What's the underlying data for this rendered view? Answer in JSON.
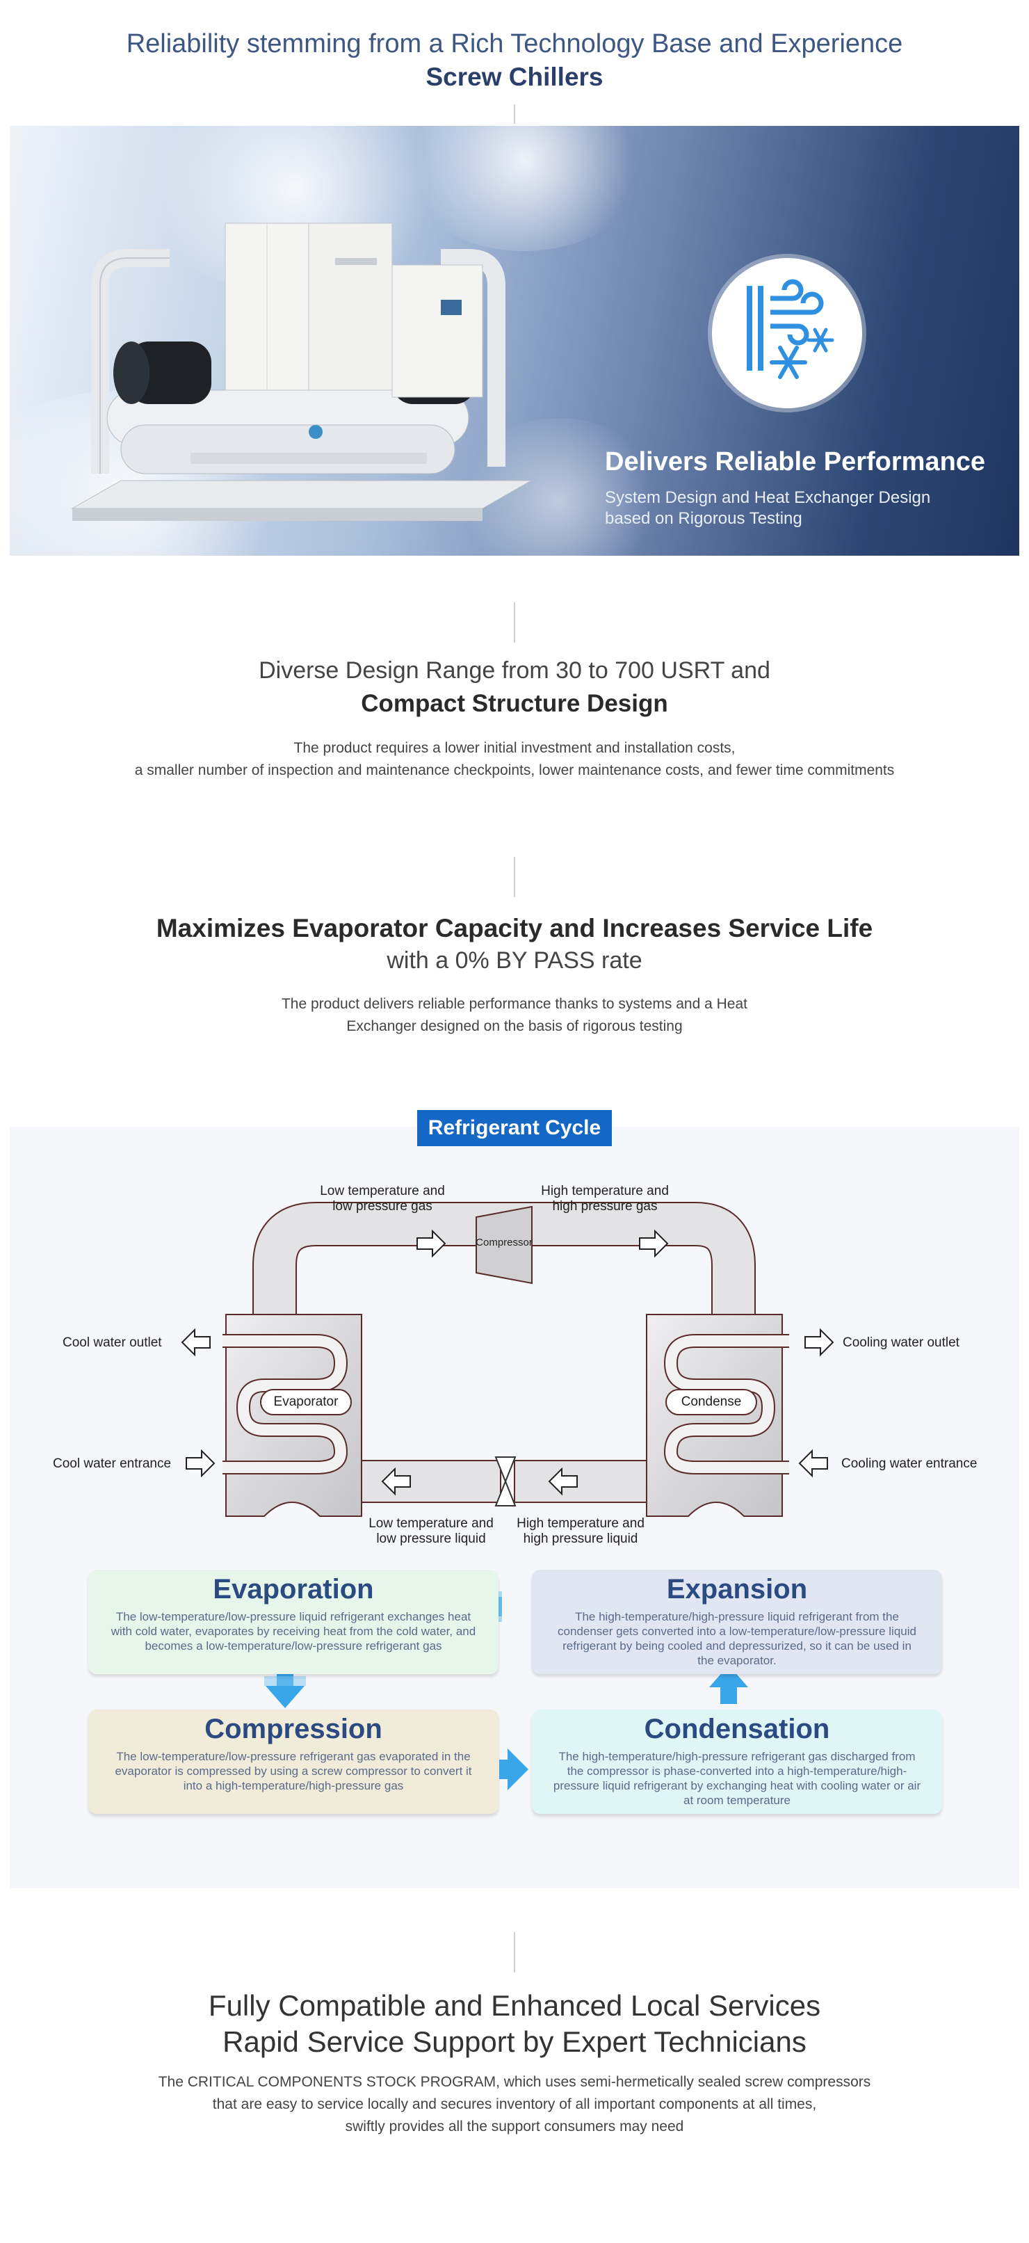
{
  "header": {
    "subtitle": "Reliability stemming from a Rich Technology Base and Experience",
    "title": "Screw Chillers"
  },
  "hero": {
    "headline": "Delivers Reliable Performance",
    "description_line1": "System Design and Heat Exchanger Design",
    "description_line2": "based on Rigorous Testing",
    "badge_icon": "wind-snowflake-icon"
  },
  "section_design": {
    "line1": "Diverse Design Range from 30 to 700 USRT and",
    "line2": "Compact Structure Design",
    "para1": "The product requires a lower initial investment and installation costs,",
    "para2": "a smaller number of inspection and maintenance checkpoints, lower maintenance costs, and fewer time commitments"
  },
  "section_evaporator": {
    "line1": "Maximizes Evaporator Capacity and Increases Service Life",
    "line2": "with a 0% BY PASS rate",
    "para1": "The product delivers reliable performance thanks to systems and a Heat",
    "para2": "Exchanger designed on the basis of rigorous testing"
  },
  "refrigerant_cycle": {
    "tag": "Refrigerant Cycle",
    "diagram": {
      "top_left_1": "Low temperature and",
      "top_left_2": "low pressure gas",
      "top_right_1": "High temperature and",
      "top_right_2": "high pressure gas",
      "compressor": "Compressor",
      "evaporator": "Evaporator",
      "condenser": "Condense",
      "cool_water_outlet": "Cool water outlet",
      "cool_water_entrance": "Cool water entrance",
      "cooling_water_outlet": "Cooling water outlet",
      "cooling_water_entrance": "Cooling water entrance",
      "bottom_left_1": "Low temperature and",
      "bottom_left_2": "low pressure liquid",
      "bottom_right_1": "High temperature and",
      "bottom_right_2": "high pressure liquid"
    },
    "steps": {
      "evaporation": {
        "title": "Evaporation",
        "text": "The low-temperature/low-pressure liquid refrigerant exchanges heat with cold water, evaporates by receiving heat from the cold water, and becomes a low-temperature/low-pressure refrigerant gas",
        "color": "#e6f6ea"
      },
      "expansion": {
        "title": "Expansion",
        "text": "The high-temperature/high-pressure liquid refrigerant from the condenser gets converted into a low-temperature/low-pressure liquid refrigerant by being cooled and depressurized, so it can be used in the evaporator.",
        "color": "#e0e7f3"
      },
      "compression": {
        "title": "Compression",
        "text": "The low-temperature/low-pressure refrigerant gas evaporated in the evaporator is compressed by using a screw compressor to convert it into a high-temperature/high-pressure gas",
        "color": "#f1ecd9"
      },
      "condensation": {
        "title": "Condensation",
        "text": "The high-temperature/high-pressure refrigerant gas discharged from the compressor is phase-converted into a high-temperature/high-pressure liquid refrigerant by exchanging heat with cooling water or air at room temperature",
        "color": "#dff6f7"
      }
    }
  },
  "section_service": {
    "line1": "Fully Compatible and Enhanced Local Services",
    "line2": "Rapid Service Support by Expert Technicians",
    "para1": "The CRITICAL COMPONENTS STOCK PROGRAM, which uses semi-hermetically sealed screw compressors",
    "para2": "that are easy to service locally and secures inventory of all important components at all times,",
    "para3": "swiftly provides all the support consumers may need"
  },
  "colors": {
    "accent_blue": "#1467c4",
    "heading_navy": "#2b3f6b",
    "arrow_blue": "#3aa6ea"
  }
}
